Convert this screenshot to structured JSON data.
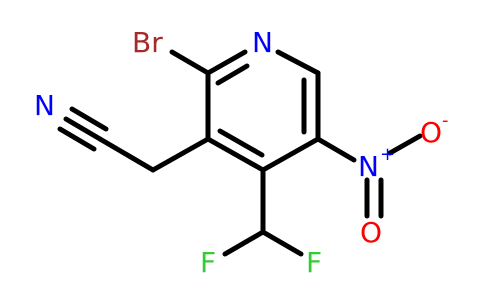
{
  "atoms": {
    "bromine": "Br",
    "ring_nitrogen": "N",
    "nitrile_nitrogen": "N",
    "nitro_nitrogen": "N",
    "nitro_nitrogen_charge": "+",
    "nitro_oxygen_single": "O",
    "nitro_oxygen_charge": "-",
    "nitro_oxygen_double": "O",
    "fluorine_left": "F",
    "fluorine_right": "F"
  },
  "colors": {
    "bond": "#000000",
    "bromine": "#a52a2a",
    "nitrogen": "#0000ff",
    "oxygen": "#ff0000",
    "fluorine": "#33cc33",
    "background": "#ffffff"
  }
}
